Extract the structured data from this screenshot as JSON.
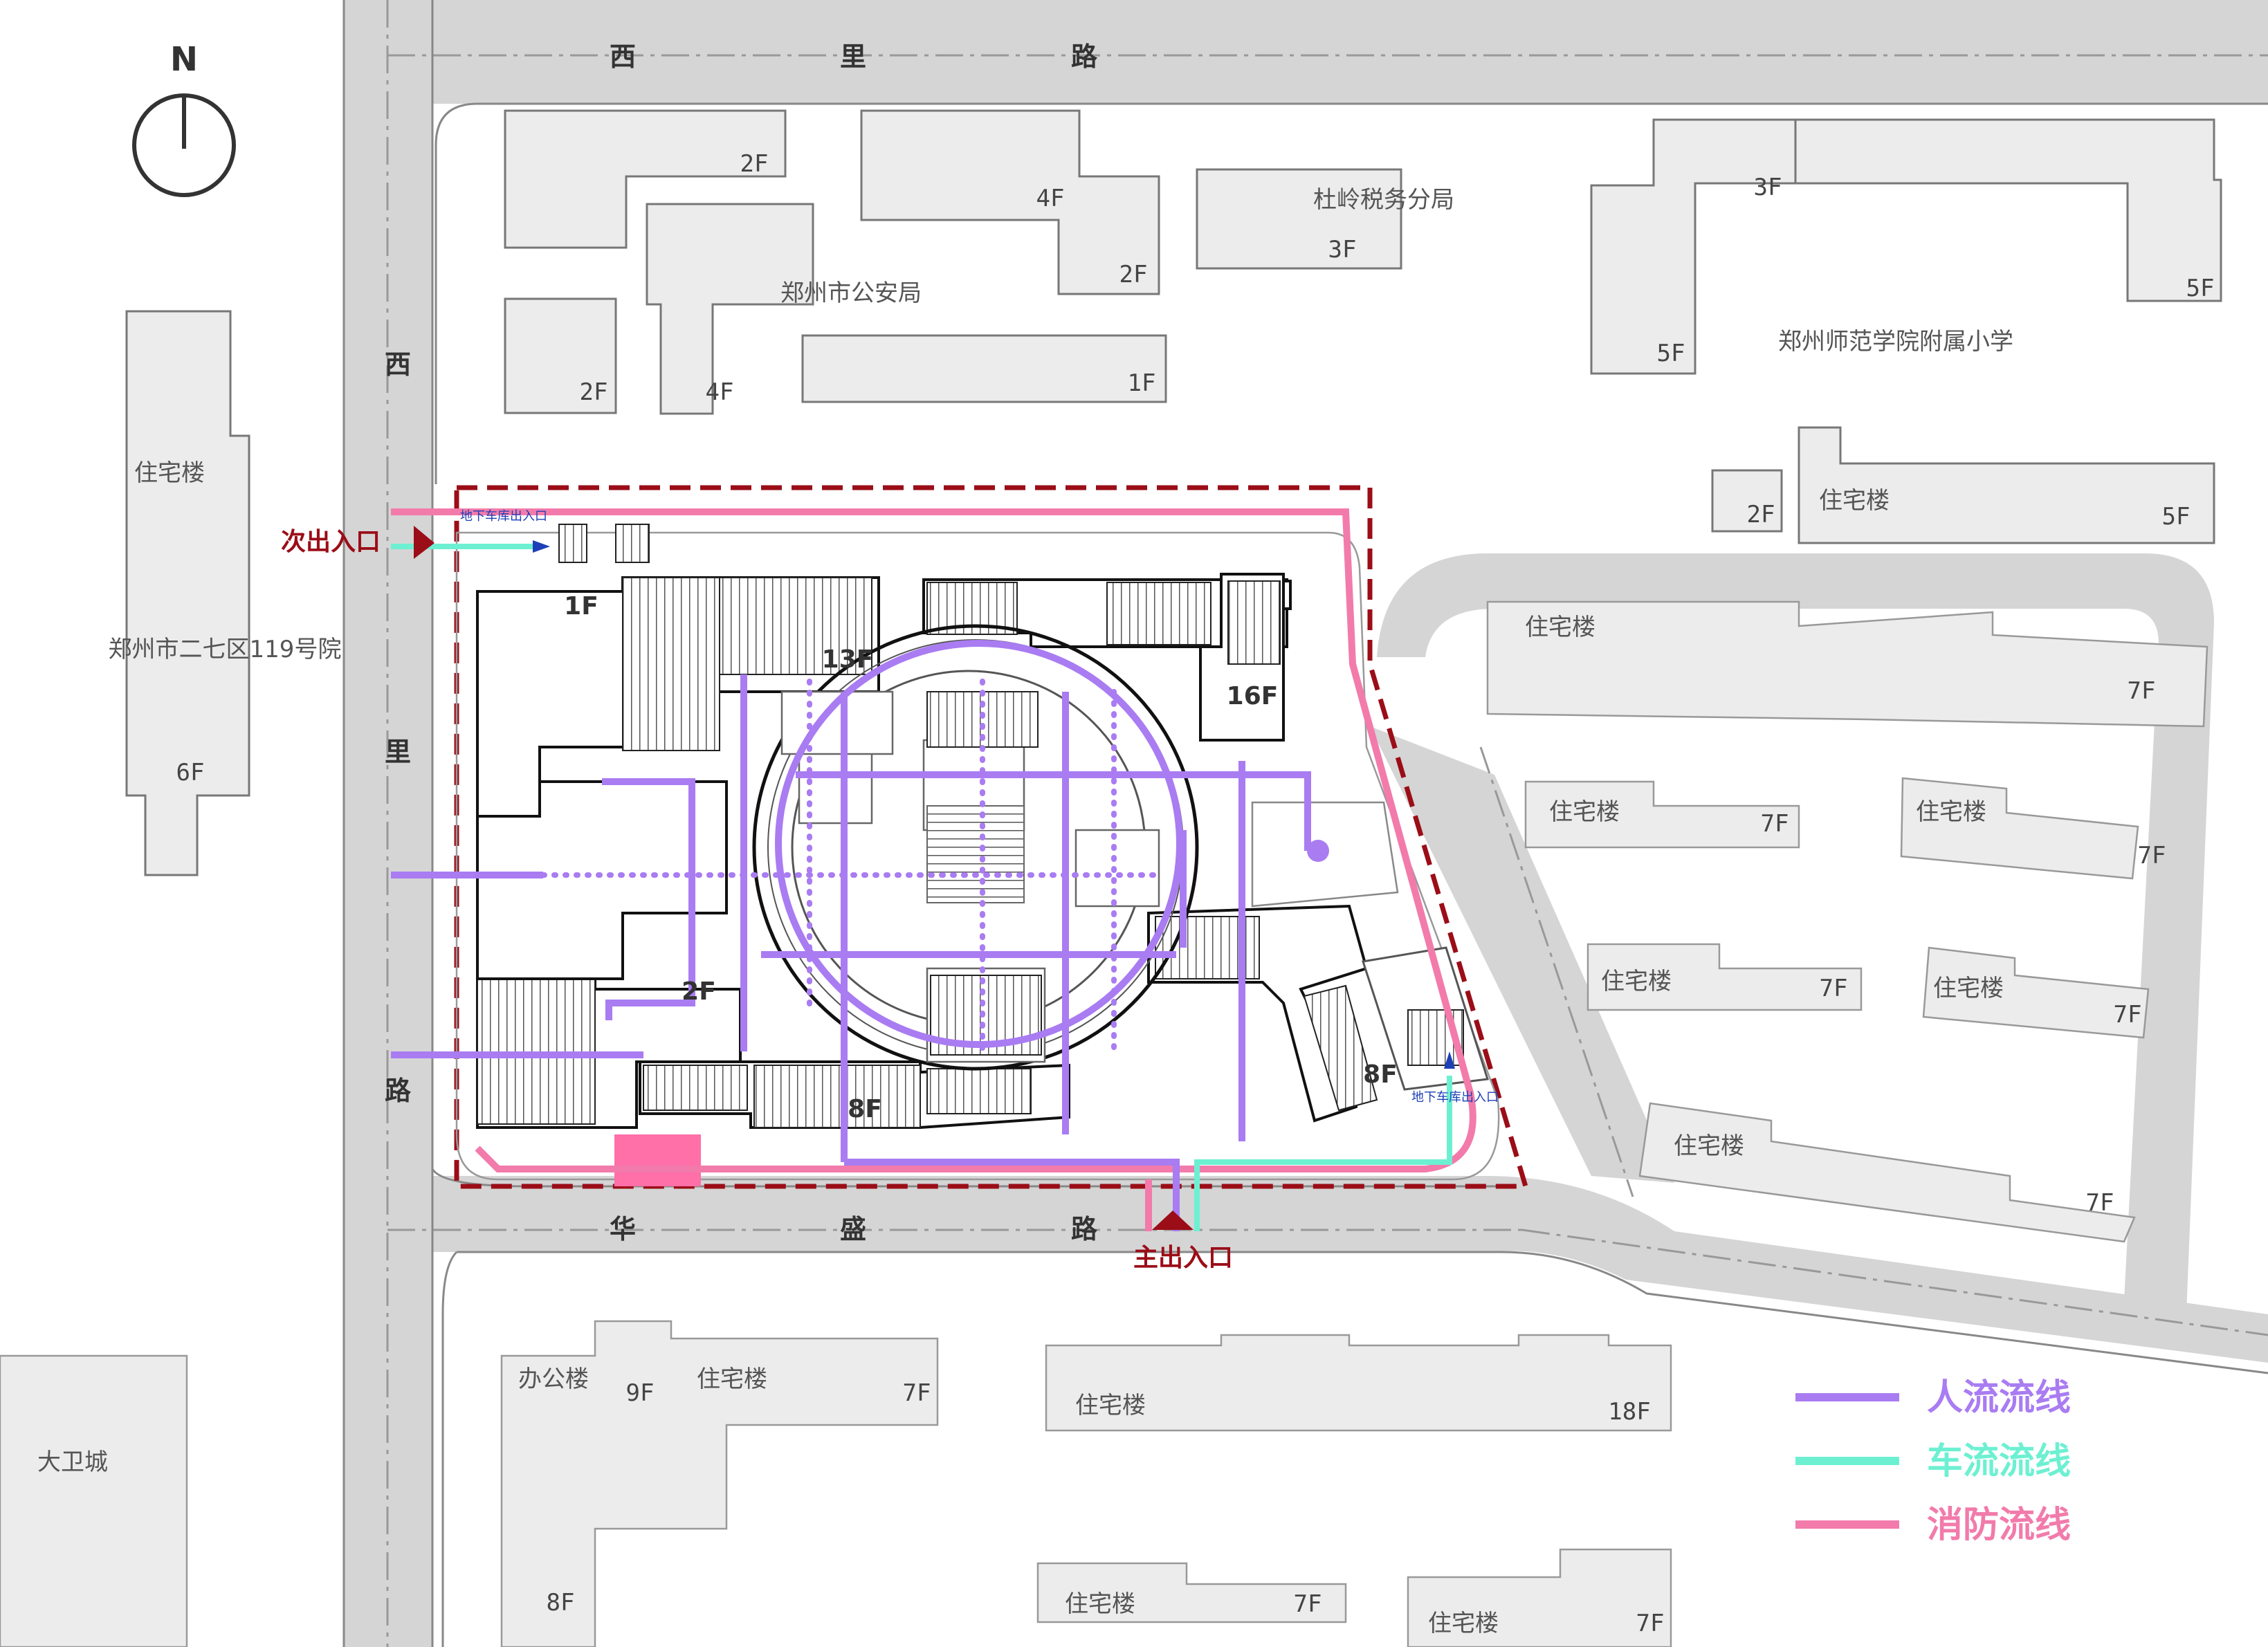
{
  "colors": {
    "people_flow": "#a97cf2",
    "vehicle_flow": "#6df0d2",
    "fire_flow": "#f27bab",
    "site_boundary": "#9b0d17",
    "fire_zone": "#ff6fa8",
    "road": "#d5d5d5",
    "building_fill": "#ececec",
    "label_red": "#9b0d17",
    "label_blue": "#1d3fb8"
  },
  "compass": {
    "north": "N"
  },
  "roads": {
    "north": [
      "西",
      "里",
      "路"
    ],
    "west": [
      "西",
      "里",
      "路"
    ],
    "south": [
      "华",
      "盛",
      "路"
    ]
  },
  "entrances": {
    "secondary": "次出入口",
    "main": "主出入口",
    "garage_nw": "地下车库出入口",
    "garage_se": "地下车库出入口"
  },
  "labels": {
    "police": "郑州市公安局",
    "tax": "杜岭税务分局",
    "school": "郑州师范学院附属小学",
    "yard119": "郑州市二七区119号院",
    "office": "办公楼",
    "dawei": "大卫城",
    "residential": "住宅楼"
  },
  "floors": {
    "f2": "2F",
    "f3": "3F",
    "f4": "4F",
    "f5": "5F",
    "f1": "1F",
    "f6": "6F",
    "f7": "7F",
    "f8": "8F",
    "f9": "9F",
    "f13": "13F",
    "f16": "16F",
    "f18": "18F"
  },
  "legend": [
    {
      "label": "人流流线",
      "color": "#a97cf2"
    },
    {
      "label": "车流流线",
      "color": "#6df0d2"
    },
    {
      "label": "消防流线",
      "color": "#f27bab"
    }
  ]
}
